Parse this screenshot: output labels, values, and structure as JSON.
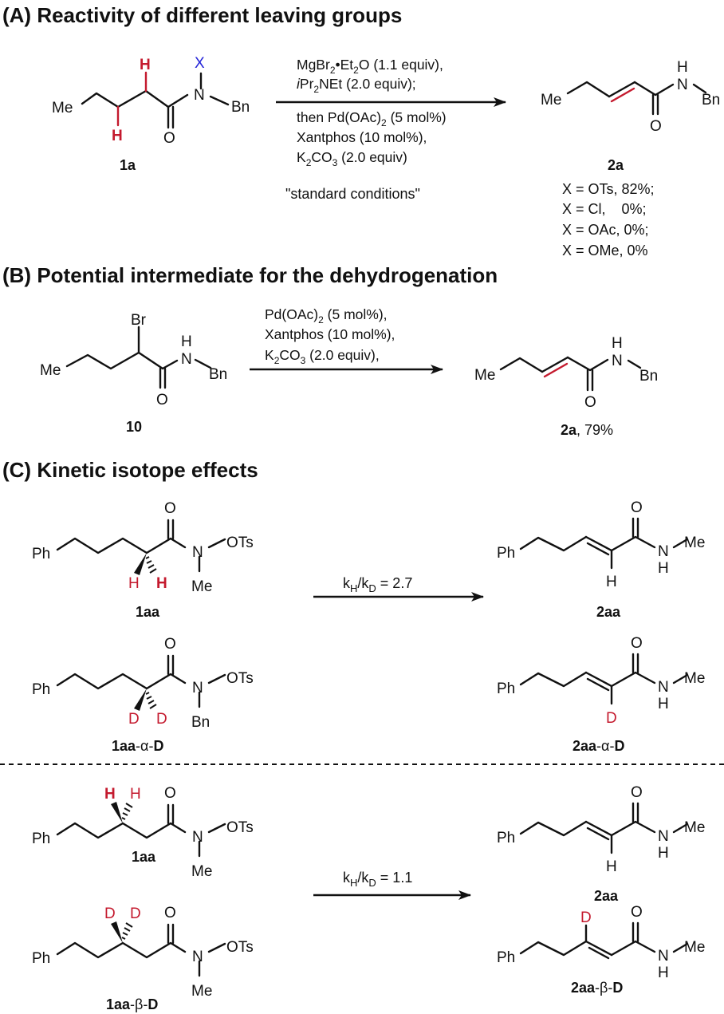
{
  "sections": {
    "A": {
      "title": "(A) Reactivity of different leaving groups",
      "substrate": {
        "label": "1a",
        "me": "Me",
        "h_top": "H",
        "h_bottom": "H",
        "x": "X",
        "n": "N",
        "o": "O",
        "bn": "Bn"
      },
      "conditions": {
        "line1_a": "MgBr",
        "line1_sub": "2",
        "line1_b": "•Et",
        "line1_sub2": "2",
        "line1_c": "O (1.1 equiv),",
        "line2_a": "i",
        "line2_b": "Pr",
        "line2_sub": "2",
        "line2_c": "NEt (2.0 equiv);",
        "line3_a": "then Pd(OAc)",
        "line3_sub": "2",
        "line3_b": " (5 mol%)",
        "line4": "Xantphos (10 mol%),",
        "line5_a": "K",
        "line5_sub": "2",
        "line5_b": "CO",
        "line5_sub2": "3",
        "line5_c": " (2.0 equiv)",
        "standard": "\"standard conditions\""
      },
      "product": {
        "label": "2a",
        "me": "Me",
        "h": "H",
        "n": "N",
        "o": "O",
        "bn": "Bn"
      },
      "results": [
        "X = OTs, 82%;",
        "X = Cl,    0%;",
        "X = OAc, 0%;",
        "X = OMe, 0%"
      ]
    },
    "B": {
      "title": "(B) Potential intermediate for the dehydrogenation",
      "substrate": {
        "label": "10",
        "me": "Me",
        "br": "Br",
        "h": "H",
        "n": "N",
        "o": "O",
        "bn": "Bn"
      },
      "conditions": {
        "line1_a": "Pd(OAc)",
        "line1_sub": "2",
        "line1_b": " (5 mol%),",
        "line2": "Xantphos (10 mol%),",
        "line3_a": "K",
        "line3_sub": "2",
        "line3_b": "CO",
        "line3_sub2": "3",
        "line3_c": " (2.0 equiv),"
      },
      "product": {
        "label": "2a",
        "yield": ", 79%",
        "me": "Me",
        "h": "H",
        "n": "N",
        "o": "O",
        "bn": "Bn"
      }
    },
    "C": {
      "title": "(C) Kinetic isotope effects",
      "kie_alpha": {
        "k": "k",
        "h": "H",
        "slash": "/k",
        "d": "D",
        "value": " = 2.7"
      },
      "kie_beta": {
        "k": "k",
        "h": "H",
        "slash": "/k",
        "d": "D",
        "value": " = 1.1"
      },
      "labels": {
        "s1": "1aa",
        "p1": "2aa",
        "s2_a": "1aa",
        "s2_b": "-α-",
        "s2_c": "D",
        "p2_a": "2aa",
        "p2_b": "-α-",
        "p2_c": "D",
        "s3": "1aa",
        "p3": "2aa",
        "s4_a": "1aa",
        "s4_b": "-β-",
        "s4_c": "D",
        "p4_a": "2aa",
        "p4_b": "-β-",
        "p4_c": "D"
      },
      "atoms": {
        "ph": "Ph",
        "o": "O",
        "n": "N",
        "ots": "OTs",
        "me": "Me",
        "bn": "Bn",
        "h": "H",
        "d": "D"
      }
    }
  },
  "colors": {
    "accent_red": "#c41a2e",
    "accent_blue": "#2323d8",
    "ink": "#111111"
  }
}
